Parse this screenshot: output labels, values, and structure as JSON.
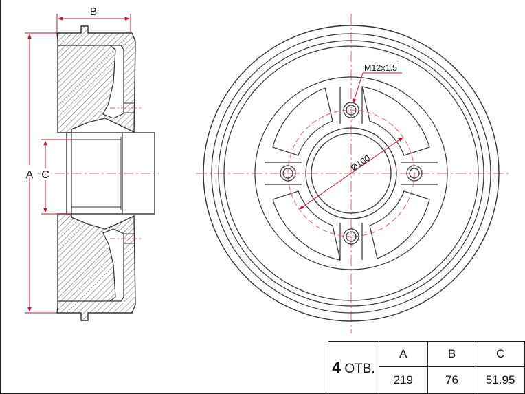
{
  "drawing": {
    "labels": {
      "dim_a": "A",
      "dim_b": "B",
      "dim_c": "C",
      "thread": "M12x1.5",
      "pcd": "Ø100"
    },
    "colors": {
      "outline": "#333333",
      "dimension": "#c8102e",
      "centerline": "#e06070",
      "hatch": "#555555"
    }
  },
  "spec_table": {
    "holes_count": "4",
    "holes_unit": "ОТВ.",
    "headers": [
      "A",
      "B",
      "C"
    ],
    "values": [
      "219",
      "76",
      "51.95"
    ]
  }
}
